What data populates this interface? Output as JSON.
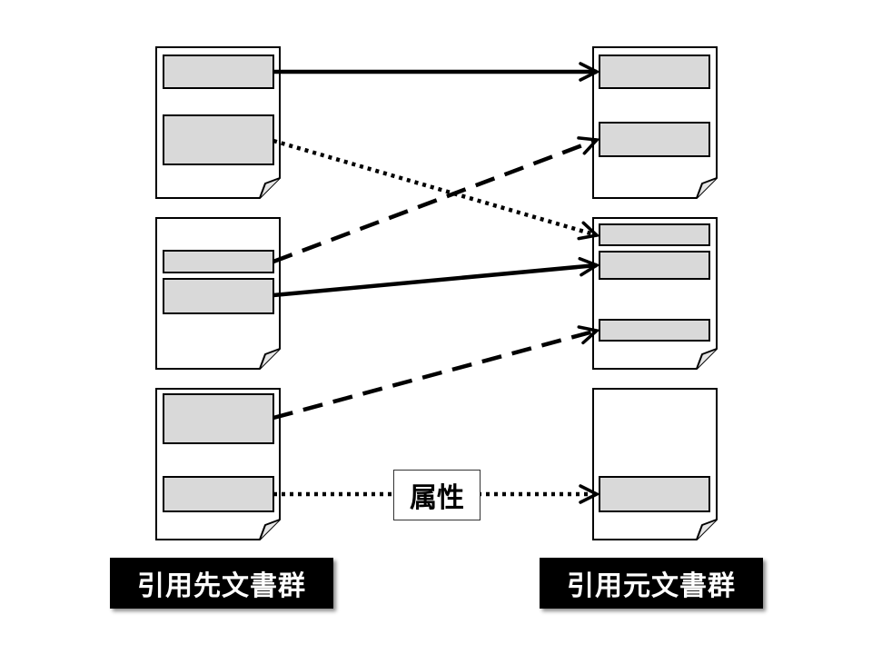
{
  "labels": {
    "citing_group": "引用先文書群",
    "cited_group": "引用元文書群",
    "attribute": "属性"
  },
  "colors": {
    "page_fill": "#ffffff",
    "page_stroke": "#000000",
    "section_fill": "#d9d9d9",
    "arrow": "#000000",
    "caption_bg": "#000000",
    "caption_text": "#ffffff"
  },
  "diagram": {
    "citing_documents": 3,
    "cited_documents": 3,
    "links": [
      {
        "from": "citing-doc-1 section-1",
        "to": "cited-doc-1 section-1",
        "style": "solid"
      },
      {
        "from": "citing-doc-1 section-2",
        "to": "cited-doc-2 section-1",
        "style": "dotted"
      },
      {
        "from": "citing-doc-2 section-1",
        "to": "cited-doc-1 section-2",
        "style": "dashed"
      },
      {
        "from": "citing-doc-2 section-2",
        "to": "cited-doc-2 section-2",
        "style": "solid"
      },
      {
        "from": "citing-doc-3 section-1",
        "to": "cited-doc-2 section-3",
        "style": "dashed"
      },
      {
        "from": "citing-doc-3 section-2",
        "to": "cited-doc-3 section-1",
        "style": "dotted",
        "label": "属性"
      }
    ]
  }
}
